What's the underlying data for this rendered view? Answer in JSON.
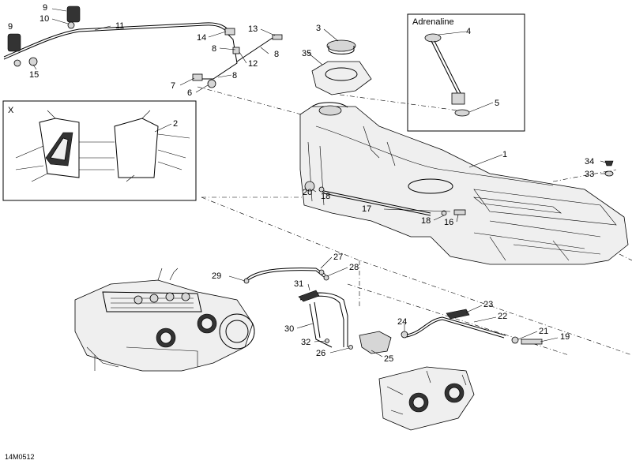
{
  "labels": {
    "l1": "1",
    "l2": "2",
    "l3": "3",
    "l4": "4",
    "l5": "5",
    "l6": "6",
    "l7": "7",
    "l8a": "8",
    "l8b": "8",
    "l8c": "8",
    "l9a": "9",
    "l9b": "9",
    "l10": "10",
    "l11": "11",
    "l12": "12",
    "l13": "13",
    "l14": "14",
    "l15": "15",
    "l16": "16",
    "l17": "17",
    "l18a": "18",
    "l18b": "18",
    "l19": "19",
    "l20": "20",
    "l21": "21",
    "l22": "22",
    "l23": "23",
    "l24": "24",
    "l25": "25",
    "l26": "26",
    "l27": "27",
    "l28": "28",
    "l29": "29",
    "l30": "30",
    "l31": "31",
    "l32": "32",
    "l33": "33",
    "l34": "34",
    "l35": "35"
  },
  "inset_title": "Adrenaline",
  "detail_label": "X",
  "drawing_code": "14M0512"
}
